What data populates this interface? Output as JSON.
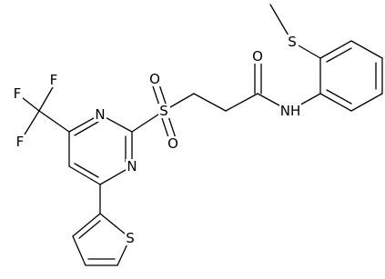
{
  "molecule": {
    "atom_labels": {
      "F1": "F",
      "F2": "F",
      "F3": "F",
      "N_top": "N",
      "N_bottom": "N",
      "S_sulfonyl": "S",
      "O_top": "O",
      "O_bottom": "O",
      "O_carbonyl": "O",
      "NH": "NH",
      "S_methyl": "S",
      "S_thiophene": "S"
    }
  }
}
